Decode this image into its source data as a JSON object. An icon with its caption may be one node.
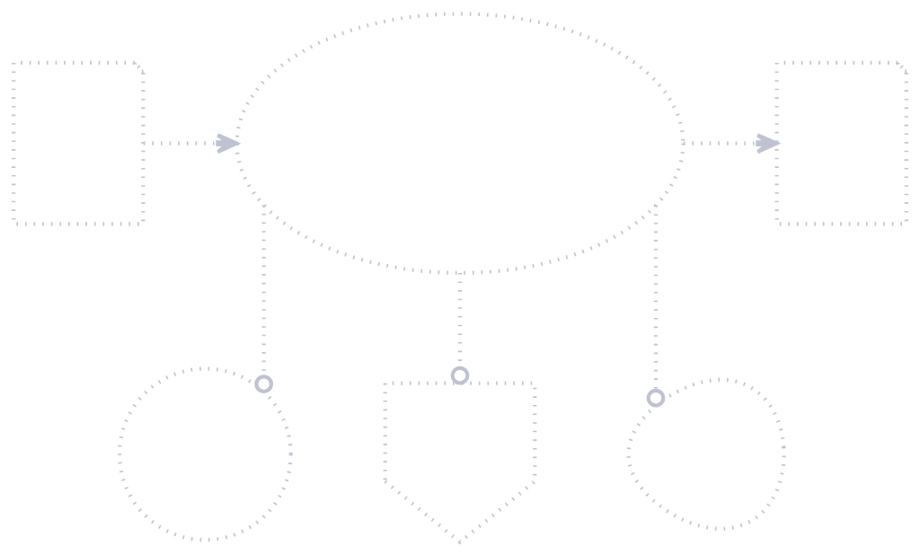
{
  "diagram": {
    "nodes": [
      {
        "text": [],
        "shape": "document"
      },
      {
        "text": [],
        "shape": "cloud"
      },
      {
        "text": [],
        "shape": "document"
      },
      {
        "text": [],
        "shape": "gauge"
      },
      {
        "text": [],
        "shape": "shield"
      },
      {
        "text": [],
        "shape": "person"
      }
    ],
    "edges": [
      {
        "from": 0,
        "to": 1,
        "arrow": "to"
      },
      {
        "from": 1,
        "to": 2,
        "arrow": "to"
      },
      {
        "from": 1,
        "to": 3,
        "arrow": "other"
      },
      {
        "from": 1,
        "to": 4,
        "arrow": "other"
      },
      {
        "from": 1,
        "to": 5,
        "arrow": "other"
      }
    ]
  }
}
